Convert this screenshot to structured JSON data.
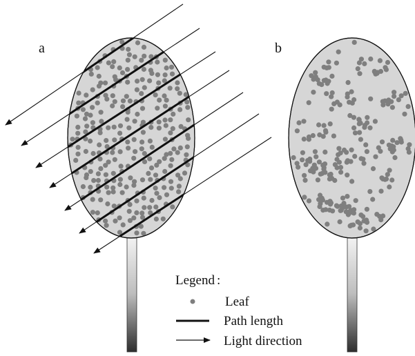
{
  "panels": [
    {
      "id": "a",
      "label": "a"
    },
    {
      "id": "b",
      "label": "b"
    }
  ],
  "legend": {
    "title": "Legend",
    "separator": ":",
    "items": [
      {
        "symbol": "dot",
        "label": "Leaf"
      },
      {
        "symbol": "thick-line",
        "label": "Path length"
      },
      {
        "symbol": "arrow",
        "label": "Light direction"
      }
    ]
  },
  "colors": {
    "crown_fill": "#d6d6d6",
    "leaf_dot": "#7f7f7f",
    "outline": "#111111",
    "trunk_light": "#f2f2f2",
    "trunk_dark": "#2e2e2e"
  }
}
